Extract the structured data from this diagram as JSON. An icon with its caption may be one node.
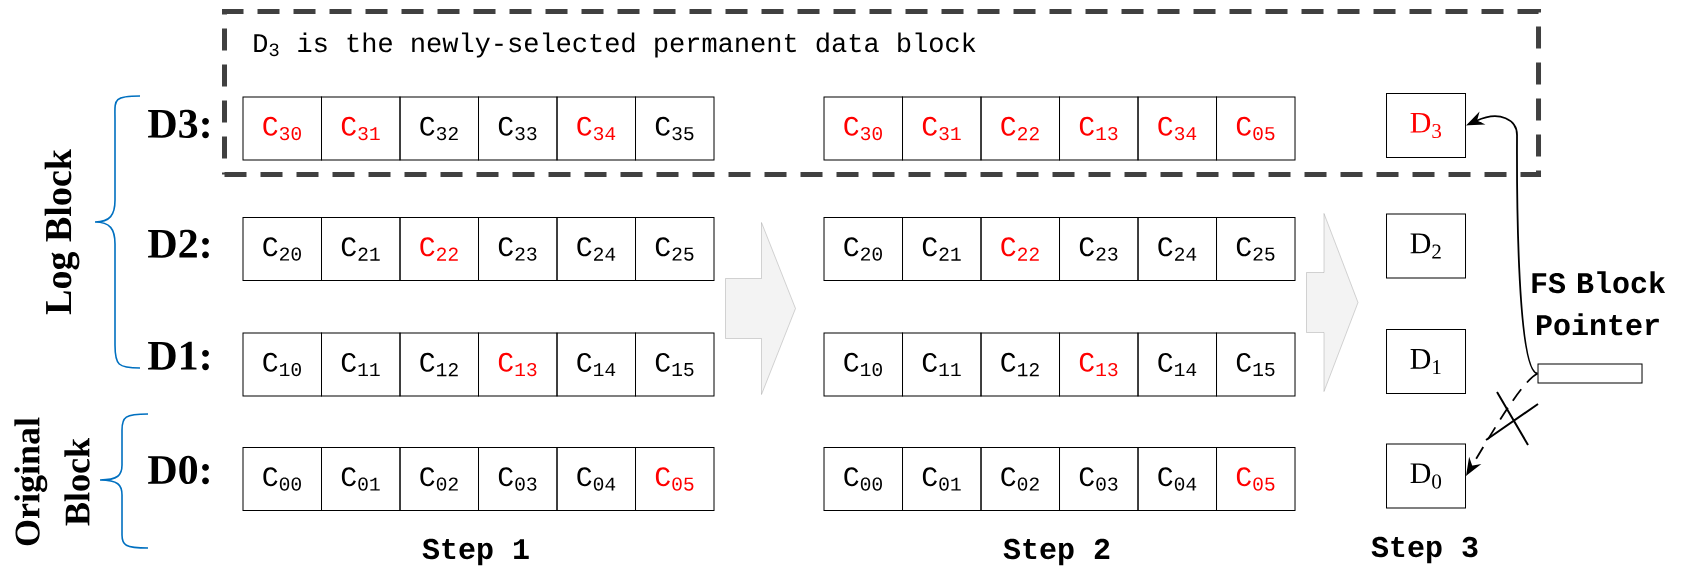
{
  "diagram": {
    "nodes": [
      {
        "text": [
          "D$_{3}$ is the newly-selected permanent data block"
        ]
      },
      {
        "text": [
          "C$_{30}$"
        ],
        "in": 0
      },
      {
        "text": [
          "C$_{31}$"
        ],
        "in": 0
      },
      {
        "text": [
          "C$_{32}$"
        ],
        "in": 0
      },
      {
        "text": [
          "C$_{33}$"
        ],
        "in": 0
      },
      {
        "text": [
          "C$_{34}$"
        ],
        "in": 0
      },
      {
        "text": [
          "C$_{35}$"
        ],
        "in": 0
      },
      {
        "text": [
          "C$_{30}$"
        ],
        "in": 0
      },
      {
        "text": [
          "C$_{31}$"
        ],
        "in": 0
      },
      {
        "text": [
          "C$_{22}$"
        ],
        "in": 0
      },
      {
        "text": [
          "C$_{13}$"
        ],
        "in": 0
      },
      {
        "text": [
          "C$_{34}$"
        ],
        "in": 0
      },
      {
        "text": [
          "C$_{05}$"
        ],
        "in": 0
      },
      {
        "text": [
          "D$_{3}$"
        ],
        "in": 0
      },
      {
        "text": [
          "C$_{20}$"
        ]
      },
      {
        "text": [
          "C$_{21}$"
        ]
      },
      {
        "text": [
          "C$_{22}$"
        ]
      },
      {
        "text": [
          "C$_{23}$"
        ]
      },
      {
        "text": [
          "C$_{24}$"
        ]
      },
      {
        "text": [
          "C$_{25}$"
        ]
      },
      {
        "text": [
          "C$_{20}$"
        ]
      },
      {
        "text": [
          "C$_{21}$"
        ]
      },
      {
        "text": [
          "C$_{22}$"
        ]
      },
      {
        "text": [
          "C$_{23}$"
        ]
      },
      {
        "text": [
          "C$_{24}$"
        ]
      },
      {
        "text": [
          "C$_{25}$"
        ]
      },
      {
        "text": [
          "D$_{2}$"
        ]
      },
      {
        "text": [
          "C$_{10}$"
        ]
      },
      {
        "text": [
          "C$_{11}$"
        ]
      },
      {
        "text": [
          "C$_{12}$"
        ]
      },
      {
        "text": [
          "C$_{13}$"
        ]
      },
      {
        "text": [
          "C$_{14}$"
        ]
      },
      {
        "text": [
          "C$_{15}$"
        ]
      },
      {
        "text": [
          "C$_{10}$"
        ]
      },
      {
        "text": [
          "C$_{11}$"
        ]
      },
      {
        "text": [
          "C$_{12}$"
        ]
      },
      {
        "text": [
          "C$_{13}$"
        ]
      },
      {
        "text": [
          "C$_{14}$"
        ]
      },
      {
        "text": [
          "C$_{15}$"
        ]
      },
      {
        "text": [
          "D$_{1}$"
        ]
      },
      {
        "text": [
          "FS Block Pointer"
        ]
      },
      {
        "text": [
          "C$_{00}$"
        ]
      },
      {
        "text": [
          "C$_{01}$"
        ]
      },
      {
        "text": [
          "C$_{02}$"
        ]
      },
      {
        "text": [
          "C$_{03}$"
        ]
      },
      {
        "text": [
          "C$_{04}$"
        ]
      },
      {
        "text": [
          "C$_{05}$"
        ]
      },
      {
        "text": [
          "C$_{00}$"
        ]
      },
      {
        "text": [
          "C$_{01}$"
        ]
      },
      {
        "text": [
          "C$_{02}$"
        ]
      },
      {
        "text": [
          "C$_{03}$"
        ]
      },
      {
        "text": [
          "C$_{04}$"
        ]
      },
      {
        "text": [
          "C$_{05}$"
        ]
      },
      {
        "text": [
          "D$_{0}$"
        ]
      }
    ],
    "edges": [
      {
        "from": 19,
        "to": 20,
        "arrow": "to",
        "style": "thick"
      },
      {
        "from": 25,
        "to": 26,
        "arrow": "to",
        "style": "thick"
      },
      {
        "from": 40,
        "to": 13,
        "arrow": "to"
      },
      {
        "from": 40,
        "to": 53,
        "arrow": "to",
        "style": "dashed"
      }
    ],
    "labels": [
      "D3:",
      "Log Block",
      "D2:",
      "D1:",
      "Original Block",
      "D0:",
      "Step 1",
      "Step 2",
      "Step 3"
    ]
  }
}
